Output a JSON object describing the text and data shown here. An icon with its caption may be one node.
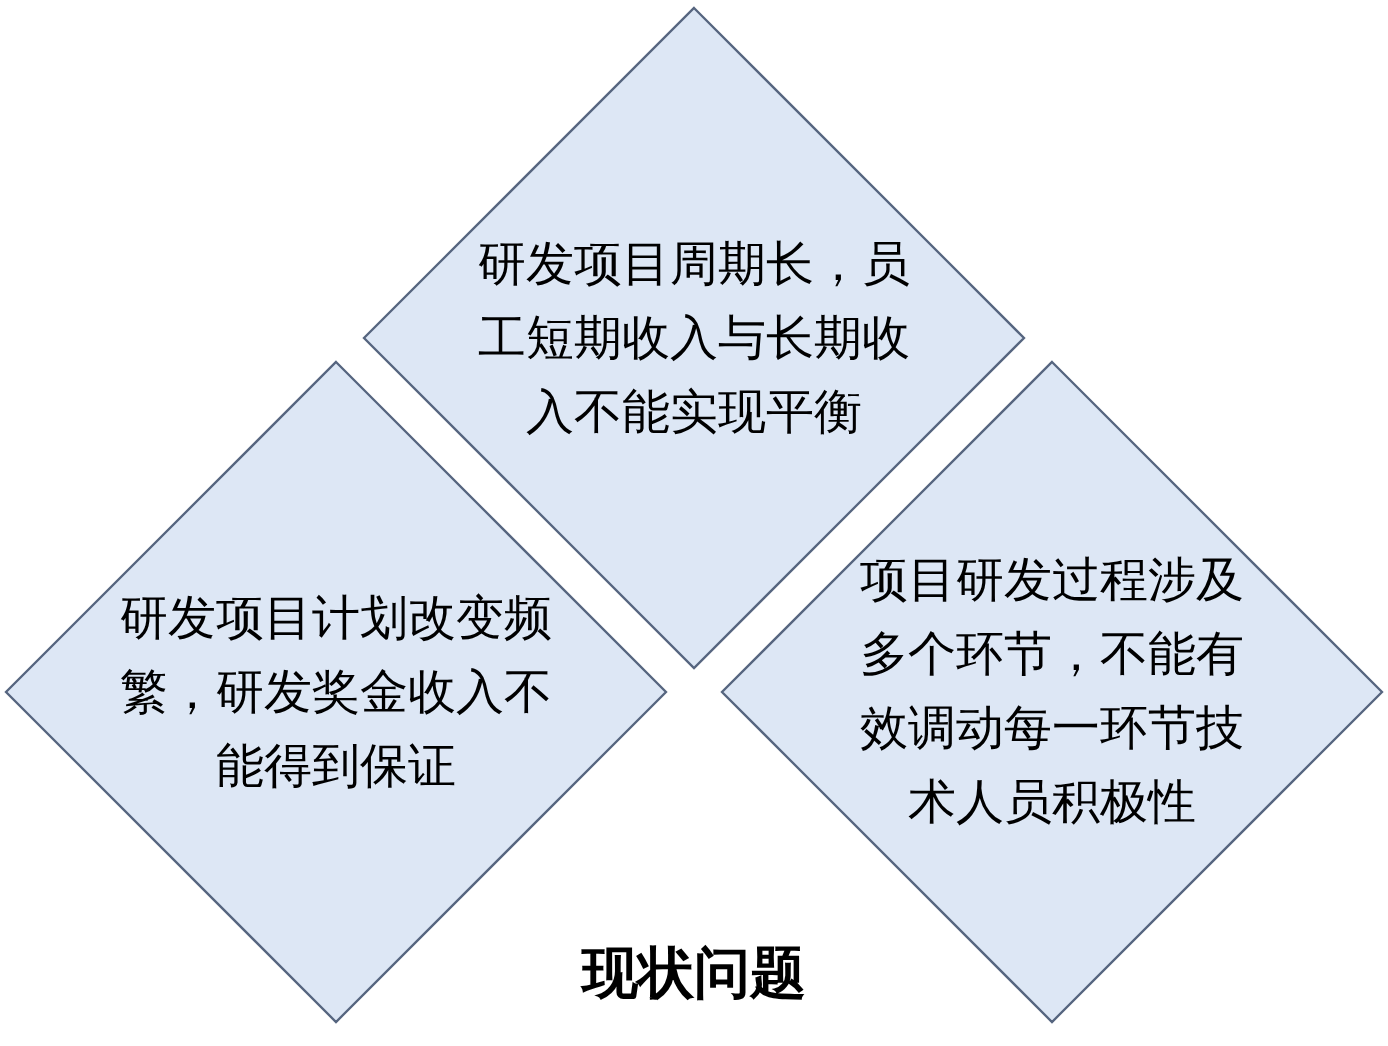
{
  "diagram": {
    "title": "现状问题",
    "nodes": [
      {
        "text": [
          "研发项目周期长，员工短期收入与长期收入不能实现平衡"
        ]
      },
      {
        "text": [
          "研发项目计划改变频繁，研发奖金收入不能得到保证"
        ]
      },
      {
        "text": [
          "项目研发过程涉及多个环节，不能有效调动每一环节技术人员积极性"
        ]
      }
    ]
  }
}
